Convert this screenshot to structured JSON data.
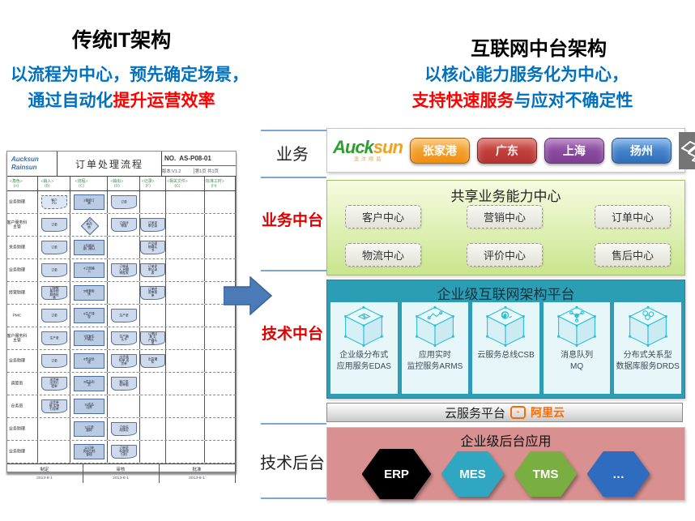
{
  "colors": {
    "accent_blue": "#0070C0",
    "accent_red": "#FF0000",
    "side_label_red": "#E00000",
    "teal_box": "#2B9DB5",
    "green_box_border": "#A3C162",
    "pink_box": "#D89090",
    "alicloud_orange": "#FF6A00",
    "cube_stroke": "#2CC0D8",
    "arrow_blue": "#4A7BB7"
  },
  "left_panel": {
    "title": "传统IT架构",
    "subtitle_line1": "以流程为中心，预先确定场景，",
    "subtitle_line2_part1": "通过自动化",
    "subtitle_line2_part2": "提升运营效率",
    "flowchart": {
      "logo_top": "Aucksun",
      "logo_bottom": "Rainsun",
      "title": "订单处理流程",
      "no_label": "NO.",
      "no_value": "AS-P08-01",
      "meta_left": "版本:V1.2",
      "meta_right": "第1页 共1页",
      "columns": [
        {
          "name": "角色",
          "letter": "(A)"
        },
        {
          "name": "输入",
          "letter": "(B)"
        },
        {
          "name": "流程",
          "letter": "(C)"
        },
        {
          "name": "输出",
          "letter": "(D)"
        },
        {
          "name": "记录",
          "letter": "(F)"
        },
        {
          "name": "相关文件",
          "letter": "(G)"
        },
        {
          "name": "标准工时",
          "letter": "(H)"
        }
      ],
      "rows": [
        {
          "role": "业务助理",
          "input": "客户PO",
          "input_dashed": true,
          "shape": "rect",
          "step": "1接收订单",
          "output": "订单",
          "note": ""
        },
        {
          "role": "客户服务科主管",
          "input": "订单",
          "input_dashed": false,
          "shape": "diamond",
          "step": "2订单评审",
          "output": "订单评审表",
          "note": "订单评审记录"
        },
        {
          "role": "关务助理",
          "input": "订单",
          "input_dashed": false,
          "shape": "rect",
          "step": "3与相关部门确认",
          "output": "",
          "note": "产品规格确认书"
        },
        {
          "role": "业务助理",
          "input": "订单",
          "input_dashed": false,
          "shape": "rect",
          "step": "4订单输入",
          "output": "订单录入 经期审批表",
          "note": "订单评审记录表"
        },
        {
          "role": "经营助理",
          "input": "订单数量及经期审批表",
          "input_dashed": false,
          "shape": "rect",
          "step": "5经营审核",
          "output": "",
          "note": "订单经营审核单"
        },
        {
          "role": "PMC",
          "input": "订单",
          "input_dashed": false,
          "shape": "rect",
          "step": "6生产排程",
          "output": "生产单",
          "note": ""
        },
        {
          "role": "客户服务科主管",
          "input": "生产单",
          "input_dashed": false,
          "shape": "rect",
          "step": "7回复生产确认",
          "output": "生产确认书",
          "note": "订单回复 生产确认单"
        },
        {
          "role": "业务助理",
          "input": "订单",
          "input_dashed": false,
          "shape": "rect",
          "step": "8作业处理",
          "output": "出货通知单 送货单",
          "note": "出货通知"
        },
        {
          "role": "调度员",
          "input": "送货单 出货行程单",
          "input_dashed": false,
          "shape": "rect",
          "step": "9成品出货",
          "output": "客户签收单据",
          "note": ""
        },
        {
          "role": "仓务员",
          "input": "出货单据 实物行程单",
          "input_dashed": false,
          "shape": "rect",
          "step": "10成品出库",
          "output": "",
          "note": ""
        },
        {
          "role": "业务助理",
          "input": "",
          "input_dashed": false,
          "shape": "rect",
          "step": "11订单跟踪",
          "output": "订单完成情况",
          "note": ""
        },
        {
          "role": "业务助理",
          "input": "",
          "input_dashed": false,
          "shape": "rect",
          "step": "12订单资料归档整理",
          "output": "订单资料整理归档",
          "note": ""
        }
      ],
      "footer": [
        {
          "label": "制定",
          "date": "2013-8-1"
        },
        {
          "label": "审核",
          "date": "2013-8-1"
        },
        {
          "label": "批准",
          "date": "2013-8-1"
        }
      ]
    }
  },
  "right_panel": {
    "title": "互联网中台架构",
    "subtitle_line1": "以核心能力服务化为中心，",
    "subtitle_line2_part1": "支持快速服务",
    "subtitle_line2_part2": "与应对不确定性",
    "row_labels": {
      "business": "业务",
      "business_mid": "业务中台",
      "tech_mid": "技术中台",
      "tech_back": "技术后台"
    },
    "business": {
      "brand_part1": "Auck",
      "brand_part2": "sun",
      "brand_sub": "澳 洋 顺 昌",
      "sites": [
        {
          "label": "张家港",
          "color_top": "#F7B24B",
          "color_bottom": "#EE8F12"
        },
        {
          "label": "广东",
          "color_top": "#D05048",
          "color_bottom": "#B43230"
        },
        {
          "label": "上海",
          "color_top": "#9B59AD",
          "color_bottom": "#7C3F92"
        },
        {
          "label": "扬州",
          "color_top": "#5A9BDC",
          "color_bottom": "#2F6DB8"
        }
      ]
    },
    "business_mid": {
      "title": "共享业务能力中心",
      "centers": [
        "客户中心",
        "营销中心",
        "订单中心",
        "物流中心",
        "评价中心",
        "售后中心"
      ]
    },
    "tech_mid": {
      "title": "企业级互联网架构平台",
      "products": [
        {
          "icon": "window-cube-icon",
          "line1": "企业级分布式",
          "line2": "应用服务EDAS"
        },
        {
          "icon": "trace-cube-icon",
          "line1": "应用实时",
          "line2": "监控服务ARMS"
        },
        {
          "icon": "sync-cube-icon",
          "line1": "云服务总线CSB",
          "line2": ""
        },
        {
          "icon": "hub-cube-icon",
          "line1": "消息队列",
          "line2": "MQ"
        },
        {
          "icon": "rings-cube-icon",
          "line1": "分布式关系型",
          "line2": "数据库服务DRDS"
        }
      ]
    },
    "cloud_bar": {
      "label": "云服务平台",
      "brand_icon": "-",
      "brand": "阿里云"
    },
    "tech_back": {
      "title": "企业级后台应用",
      "apps": [
        {
          "label": "ERP",
          "color": "#000000"
        },
        {
          "label": "MES",
          "color": "#2FA7C3"
        },
        {
          "label": "TMS",
          "color": "#79AE41"
        },
        {
          "label": "…",
          "color": "#2F6CC0"
        }
      ]
    }
  }
}
